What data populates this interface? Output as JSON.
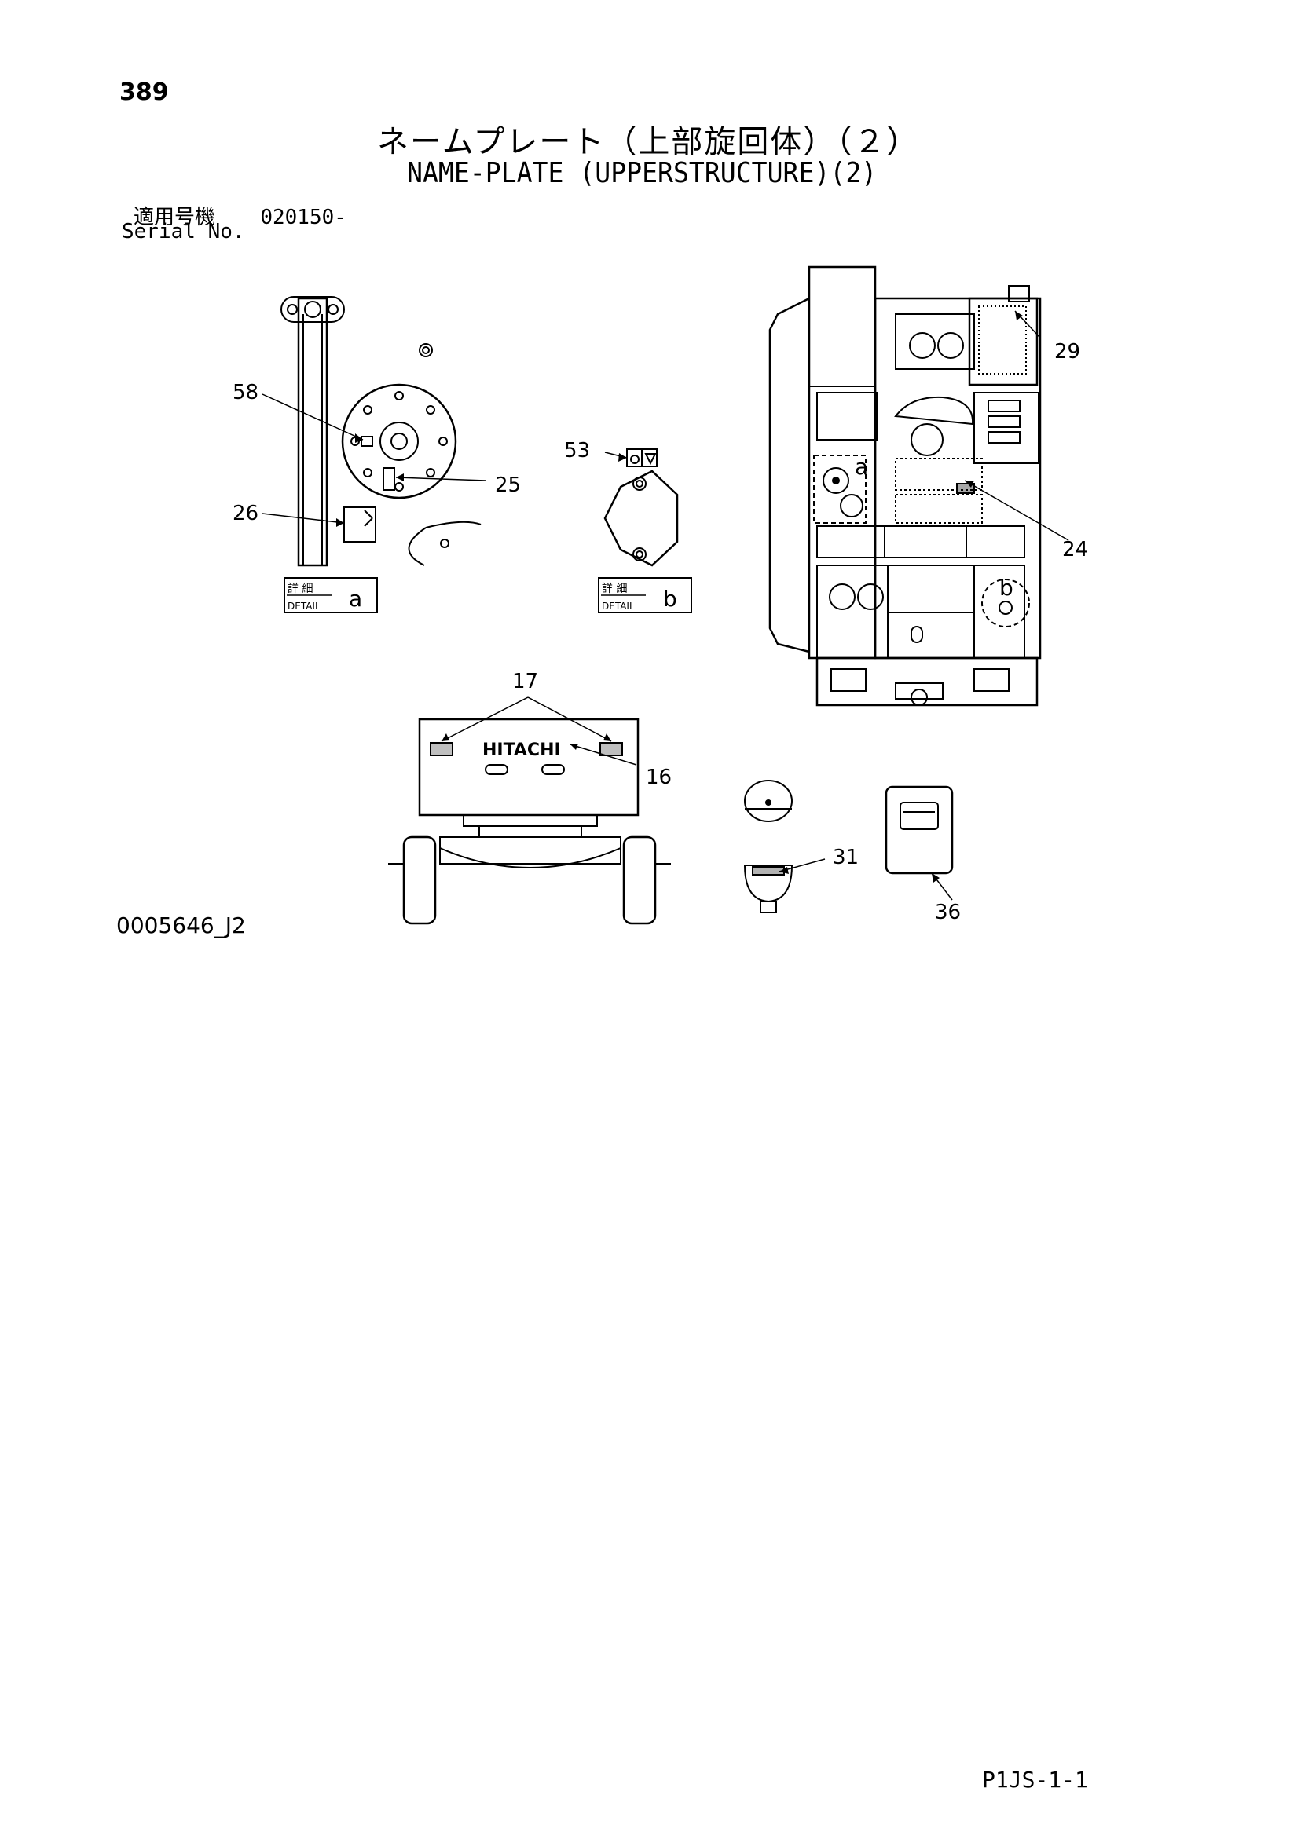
{
  "page_number": "389",
  "title_jp": "ネームプレート（上部旋回体）（２）",
  "title_en": "NAME-PLATE (UPPERSTRUCTURE)(2)",
  "serial": {
    "label_jp": "適用号機",
    "value": "020150-",
    "label_en": "Serial No."
  },
  "detail_boxes": [
    {
      "kanji": "詳 細",
      "word": "DETAIL",
      "letter": "a"
    },
    {
      "kanji": "詳 細",
      "word": "DETAIL",
      "letter": "b"
    }
  ],
  "callouts": [
    "58",
    "25",
    "26",
    "53",
    "29",
    "24",
    "17",
    "16",
    "31",
    "36"
  ],
  "detail_markers": [
    "a",
    "b"
  ],
  "brand_mark": "HITACHI",
  "drawing_code": "0005646_J2",
  "sheet_code": "P1JS-1-1"
}
